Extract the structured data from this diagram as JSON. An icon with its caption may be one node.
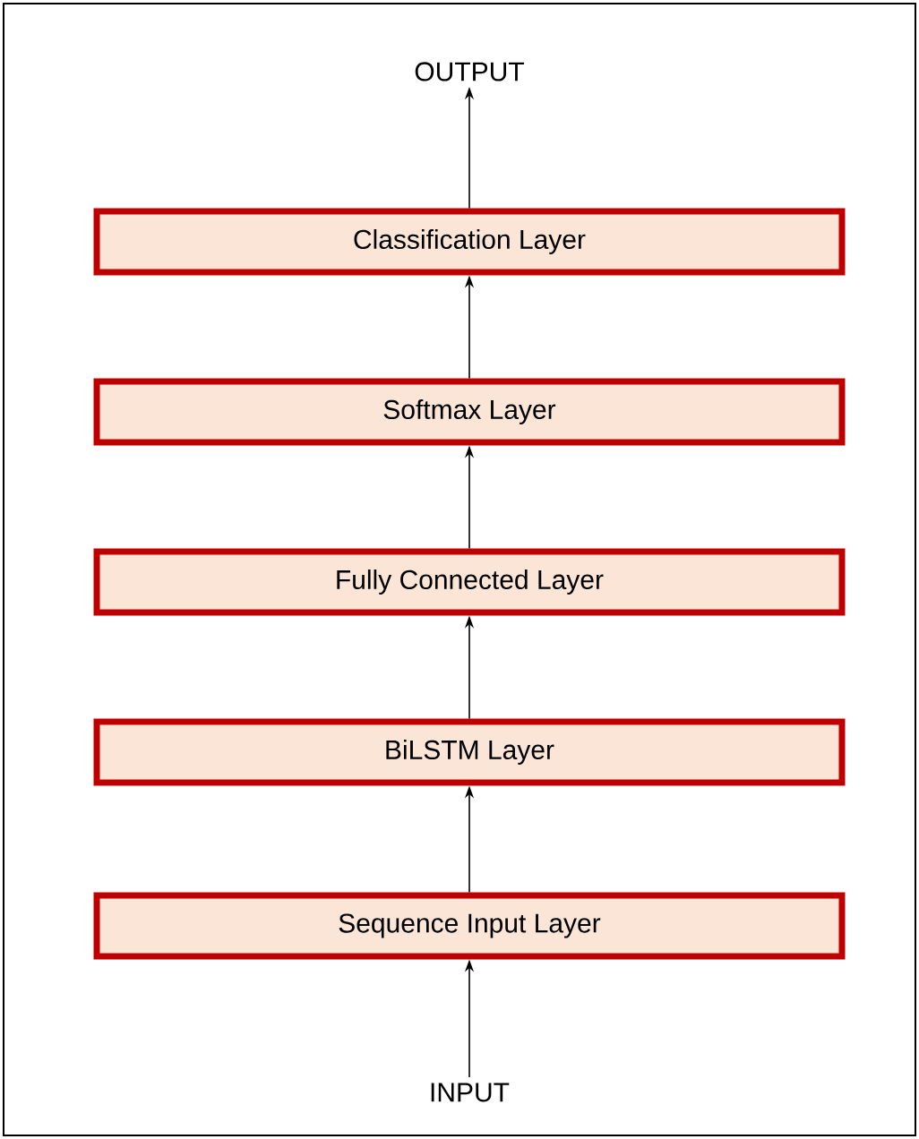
{
  "diagram": {
    "nodes": [
      {
        "text": [
          "OUTPUT"
        ]
      },
      {
        "text": [
          "Classification Layer"
        ]
      },
      {
        "text": [
          "Softmax Layer"
        ]
      },
      {
        "text": [
          "Fully Connected Layer"
        ]
      },
      {
        "text": [
          "BiLSTM Layer"
        ]
      },
      {
        "text": [
          "Sequence Input Layer"
        ]
      },
      {
        "text": [
          "INPUT"
        ]
      }
    ],
    "edges": [
      {
        "from": 6,
        "to": 5,
        "arrow": "to"
      },
      {
        "from": 5,
        "to": 4,
        "arrow": "to"
      },
      {
        "from": 4,
        "to": 3,
        "arrow": "to"
      },
      {
        "from": 3,
        "to": 2,
        "arrow": "to"
      },
      {
        "from": 2,
        "to": 1,
        "arrow": "to"
      },
      {
        "from": 1,
        "to": 0,
        "arrow": "to"
      }
    ]
  }
}
